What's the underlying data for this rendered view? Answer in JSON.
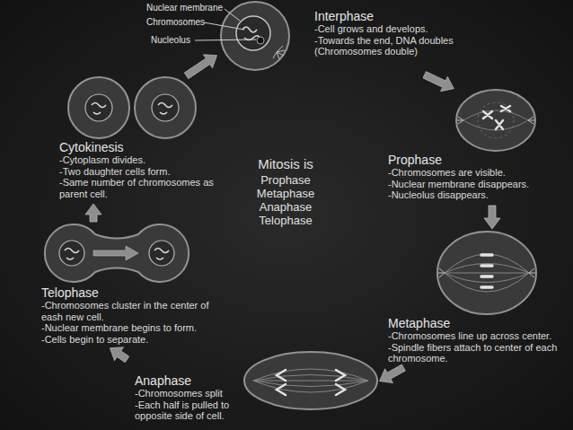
{
  "diagram": {
    "nodes": [
      {
        "text": [
          "Interphase",
          "-Cell grows and develops.",
          "-Towards the end, DNA doubles (Chromosomes double)"
        ]
      },
      {
        "text": [
          "Prophase",
          "-Chromosomes are visible.",
          "-Nuclear membrane disappears.",
          "-Nucleolus disappears."
        ]
      },
      {
        "text": [
          "Metaphase",
          "-Chromosomes line up across center.",
          "-Spindle fibers attach to center of each chromosome."
        ]
      },
      {
        "text": [
          "Anaphase",
          "-Chromosomes split",
          "-Each half is pulled to opposite side of cell."
        ]
      },
      {
        "text": [
          "Telophase",
          "-Chromosomes cluster in the center of eash new cell.",
          "-Nuclear membrane begins to form.",
          "-Cells begin to separate."
        ]
      },
      {
        "text": [
          "Cytokinesis",
          "-Cytoplasm divides.",
          "-Two daughter cells form.",
          "-Same number of chromosomes as parent cell."
        ]
      }
    ],
    "edges": [
      {
        "from": 0,
        "to": 1,
        "arrow": "to"
      },
      {
        "from": 1,
        "to": 2,
        "arrow": "to"
      },
      {
        "from": 2,
        "to": 3,
        "arrow": "to"
      },
      {
        "from": 3,
        "to": 4,
        "arrow": "to"
      },
      {
        "from": 4,
        "to": 5,
        "arrow": "to"
      },
      {
        "from": 5,
        "to": 0,
        "arrow": "to"
      }
    ],
    "labels": [
      "Nuclear membrane",
      "Chromosomes",
      "Nucleolus",
      "Mitosis is",
      "Prophase",
      "Metaphase",
      "Anaphase",
      "Telophase"
    ]
  }
}
